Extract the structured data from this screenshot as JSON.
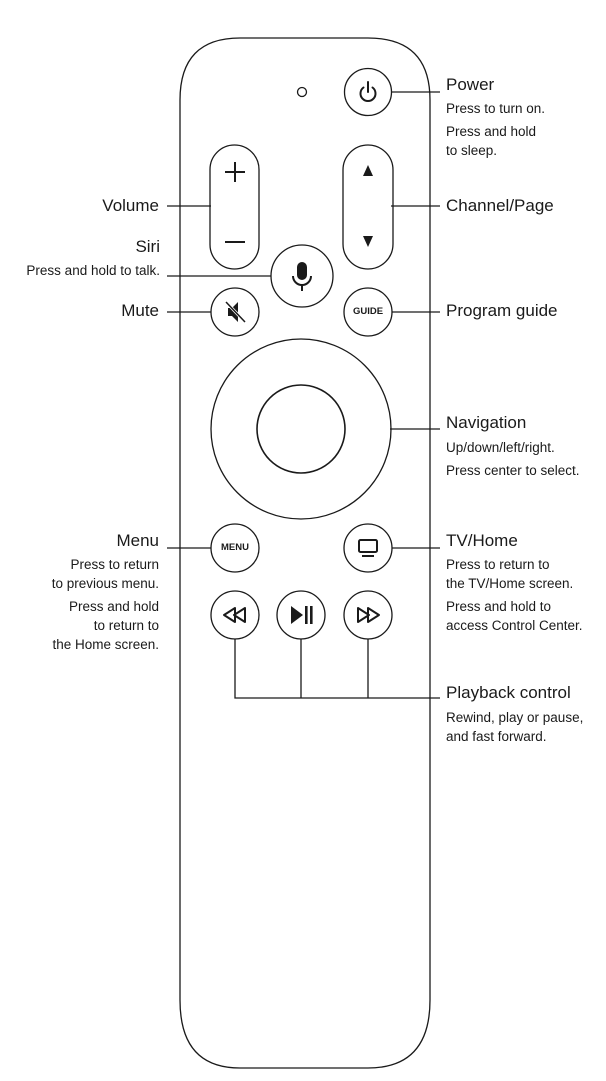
{
  "labels": {
    "power": {
      "title": "Power",
      "desc1": "Press to turn on.",
      "desc2": "Press and hold",
      "desc3": "to sleep."
    },
    "volume": {
      "title": "Volume"
    },
    "channel": {
      "title": "Channel/Page"
    },
    "siri": {
      "title": "Siri",
      "desc1": "Press and hold to talk."
    },
    "mute": {
      "title": "Mute"
    },
    "guide": {
      "title": "Program guide"
    },
    "navigation": {
      "title": "Navigation",
      "desc1": "Up/down/left/right.",
      "desc2": "Press center to select."
    },
    "menu": {
      "title": "Menu",
      "desc1": "Press to return",
      "desc2": "to previous menu.",
      "desc3": "Press and hold",
      "desc4": "to return to",
      "desc5": "the Home screen."
    },
    "tvhome": {
      "title": "TV/Home",
      "desc1": "Press to return to",
      "desc2": "the TV/Home screen.",
      "desc3": "Press and hold to",
      "desc4": "access Control Center."
    },
    "playback": {
      "title": "Playback control",
      "desc1": "Rewind, play or pause,",
      "desc2": "and fast forward."
    }
  },
  "buttons": {
    "menu_text": "MENU",
    "guide_text": "GUIDE"
  },
  "icons": [
    "power-icon",
    "plus-icon",
    "minus-icon",
    "up-arrow-icon",
    "down-arrow-icon",
    "microphone-icon",
    "mute-icon",
    "tv-icon",
    "rewind-icon",
    "play-pause-icon",
    "fast-forward-icon"
  ]
}
